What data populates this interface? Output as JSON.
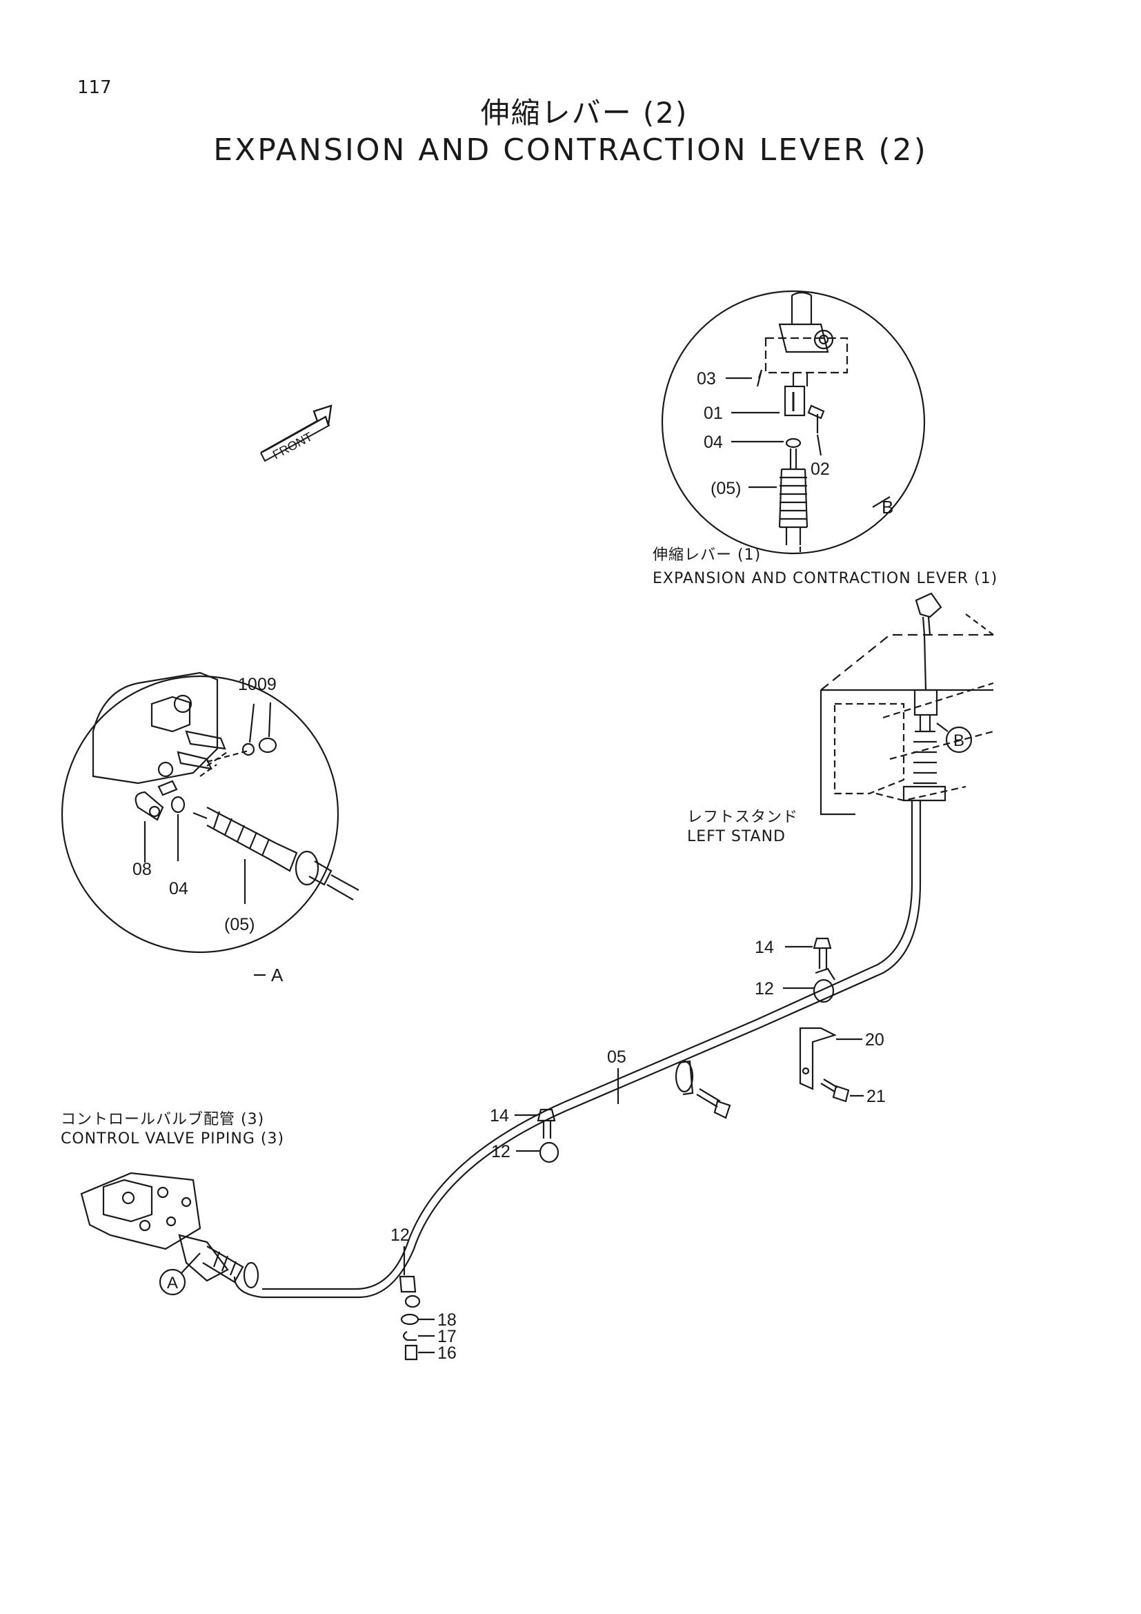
{
  "page": {
    "number": "117",
    "title_jp": "伸縮レバー (2)",
    "title_en": "EXPANSION AND CONTRACTION LEVER (2)"
  },
  "front_arrow": {
    "label": "FRONT"
  },
  "detail_b": {
    "callout": "B",
    "parts": [
      "03",
      "01",
      "04",
      "02",
      "(05)"
    ],
    "caption_jp": "伸縮レバー (1)",
    "caption_en": "EXPANSION AND CONTRACTION LEVER (1)"
  },
  "detail_a": {
    "callout": "A",
    "parts": [
      "10",
      "09",
      "08",
      "04",
      "(05)"
    ]
  },
  "left_stand": {
    "label_jp": "レフトスタンド",
    "label_en": "LEFT STAND",
    "ref": "B"
  },
  "control_valve": {
    "label_jp": "コントロールバルブ配管 (3)",
    "label_en": "CONTROL VALVE PIPING (3)",
    "ref": "A"
  },
  "callouts": {
    "p14a": "14",
    "p12a": "12",
    "p20": "20",
    "p21": "21",
    "p05": "05",
    "p14b": "14",
    "p12b": "12",
    "p12c": "12",
    "p18": "18",
    "p17": "17",
    "p16": "16"
  }
}
